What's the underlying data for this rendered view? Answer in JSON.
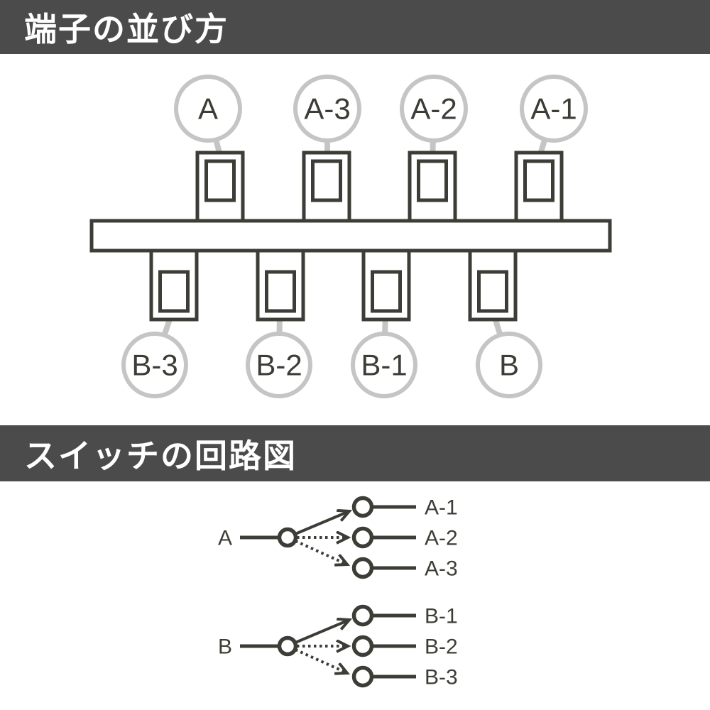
{
  "colors": {
    "header_bg": "#4b4b4b",
    "header_text": "#ffffff",
    "line_dark": "#3d3d37",
    "line_light": "#c5c5c5",
    "canvas_bg": "#ffffff"
  },
  "terminal_section": {
    "title": "端子の並び方",
    "top_terminals": [
      "A",
      "A-3",
      "A-2",
      "A-1"
    ],
    "bottom_terminals": [
      "B-3",
      "B-2",
      "B-1",
      "B"
    ]
  },
  "circuit_section": {
    "title": "スイッチの回路図",
    "switch_a": {
      "input": "A",
      "outputs": [
        "A-1",
        "A-2",
        "A-3"
      ]
    },
    "switch_b": {
      "input": "B",
      "outputs": [
        "B-1",
        "B-2",
        "B-3"
      ]
    }
  }
}
